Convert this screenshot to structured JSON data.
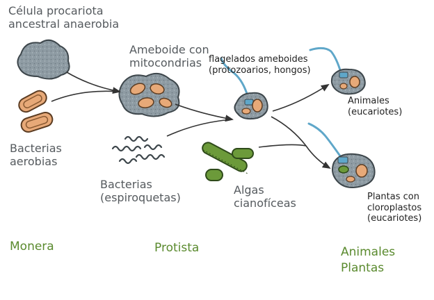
{
  "labels": {
    "procariota_line1": "Célula procariota",
    "procariota_line2": "ancestral anaerobia",
    "ameboide_line1": "Ameboide con",
    "ameboide_line2": "mitocondrias",
    "flagelados_line1": "flagelados ameboides",
    "flagelados_line2": "(protozoarios, hongos)",
    "bacterias_aerobias_line1": "Bacterias",
    "bacterias_aerobias_line2": "aerobias",
    "espiroquetas_line1": "Bacterias",
    "espiroquetas_line2": "(espiroquetas)",
    "algas_line1": "Algas",
    "algas_line2": "cianofíceas",
    "animales_line1": "Animales",
    "animales_line2": "(eucariotes)",
    "plantas_line1": "Plantas con",
    "plantas_line2": "cloroplastos",
    "plantas_line3": "(eucariotes)"
  },
  "stages": {
    "monera": "Monera",
    "protista": "Protista",
    "animales": "Animales",
    "plantas": "Plantas"
  },
  "colors": {
    "cell_fill": "#8e9ba3",
    "cell_stroke": "#3d464b",
    "bacteria_fill": "#e7a978",
    "bacteria_stroke": "#5b3c22",
    "algae_fill": "#6c9a3a",
    "flagellum": "#5fa7c9",
    "arrow": "#333333",
    "stage_text": "#5a8a2e"
  }
}
